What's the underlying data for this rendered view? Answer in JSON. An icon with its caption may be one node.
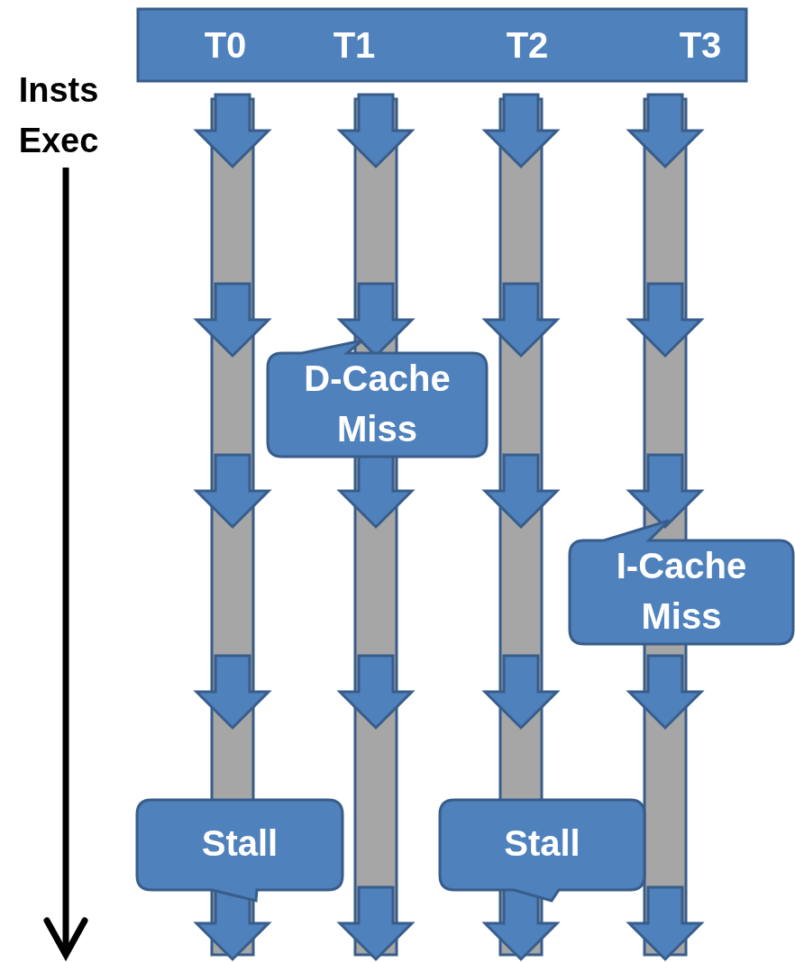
{
  "diagram": {
    "nodes": [
      {
        "text": [
          "T0",
          "T1",
          "T2",
          "T3"
        ]
      },
      {
        "text": [
          "D-Cache Miss"
        ]
      },
      {
        "text": [
          "I-Cache Miss"
        ]
      },
      {
        "text": [
          "Stall"
        ]
      },
      {
        "text": [
          "Stall"
        ]
      }
    ],
    "labels": [
      "Insts Exec"
    ]
  }
}
